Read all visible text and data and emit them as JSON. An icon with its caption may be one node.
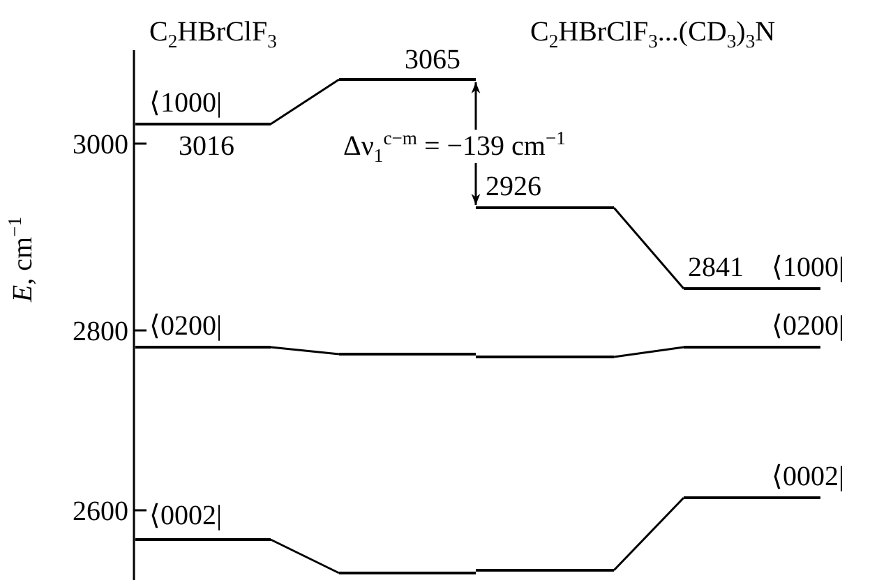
{
  "diagram": {
    "nodes": [
      {
        "text": [],
        "shape": "bar",
        "beside": [
          "⟨1000|",
          "3016"
        ]
      },
      {
        "text": [],
        "shape": "bar",
        "beside": [
          "3065"
        ]
      },
      {
        "text": [],
        "shape": "bar",
        "beside": [
          "2926"
        ]
      },
      {
        "text": [],
        "shape": "bar",
        "beside": [
          "2841",
          "⟨1000|"
        ]
      },
      {
        "text": [],
        "shape": "bar",
        "beside": [
          "⟨0200|"
        ]
      },
      {
        "text": [],
        "shape": "bar"
      },
      {
        "text": [],
        "shape": "bar"
      },
      {
        "text": [],
        "shape": "bar",
        "beside": [
          "⟨0200|"
        ]
      },
      {
        "text": [],
        "shape": "bar",
        "beside": [
          "⟨0002|"
        ]
      },
      {
        "text": [],
        "shape": "bar"
      },
      {
        "text": [],
        "shape": "bar"
      },
      {
        "text": [],
        "shape": "bar",
        "beside": [
          "⟨0002|"
        ]
      }
    ],
    "edges": [
      {
        "from": 0,
        "to": 1,
        "arrow": "none"
      },
      {
        "from": 1,
        "to": 2,
        "arrow": "both",
        "label": "Δν$_{1}$$^{c−m}$ = −139 cm$^{−1}$"
      },
      {
        "from": 2,
        "to": 3,
        "arrow": "none"
      },
      {
        "from": 4,
        "to": 5,
        "arrow": "none"
      },
      {
        "from": 6,
        "to": 7,
        "arrow": "none"
      },
      {
        "from": 8,
        "to": 9,
        "arrow": "none"
      },
      {
        "from": 10,
        "to": 11,
        "arrow": "none"
      }
    ],
    "labels": [
      "C$_{2}$HBrClF$_{3}$",
      "C$_{2}$HBrClF$_{3}$...(CD$_{3}$)$_{3}$N",
      "3000",
      "*E*, cm$^{−1}$",
      "2800",
      "2600"
    ]
  }
}
